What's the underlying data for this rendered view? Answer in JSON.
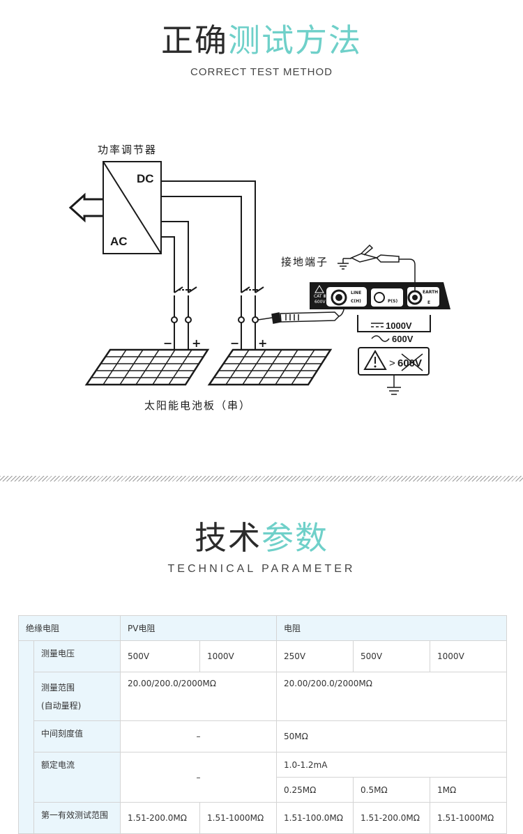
{
  "section1": {
    "title_dark": "正确",
    "title_accent": "测试方法",
    "subtitle": "CORRECT TEST METHOD"
  },
  "diagram": {
    "regulator_label": "功率调节器",
    "dc_label": "DC",
    "ac_label": "AC",
    "solar_label": "太阳能电池板（串）",
    "ground_label": "接地端子",
    "minus": "−",
    "plus": "+",
    "cat_label": "CAT Ⅲ",
    "cat_voltage": "600V",
    "line_label": "LINE",
    "ch_label": "C(H)",
    "ps_label": "P(S)",
    "earth_label": "EARTH",
    "e_label": "E",
    "dc_rating": "1000V",
    "ac_rating": "600V",
    "warning_gt": ">",
    "warning_voltage": "600V"
  },
  "section2": {
    "title_dark": "技术",
    "title_accent": "参数",
    "subtitle": "TECHNICAL PARAMETER"
  },
  "table": {
    "header": {
      "c0": "绝缘电阻",
      "c1": "PV电阻",
      "c2": "电阻"
    },
    "rows": {
      "voltage": {
        "label": "测量电压",
        "v": [
          "500V",
          "1000V",
          "250V",
          "500V",
          "1000V"
        ]
      },
      "range": {
        "label": "测量范围",
        "label2": "(自动量程)",
        "pv": "20.00/200.0/2000MΩ",
        "res": "20.00/200.0/2000MΩ"
      },
      "mid": {
        "label": "中间刻度值",
        "pv": "–",
        "res": "50MΩ"
      },
      "current": {
        "label": "额定电流",
        "pv": "–",
        "res": "1.0-1.2mA",
        "r1": "0.25MΩ",
        "r2": "0.5MΩ",
        "r3": "1MΩ"
      },
      "first": {
        "label": "第一有效测试范围",
        "v": [
          "1.51-200.0MΩ",
          "1.51-1000MΩ",
          "1.51-100.0MΩ",
          "1.51-200.0MΩ",
          "1.51-1000MΩ"
        ]
      }
    }
  }
}
